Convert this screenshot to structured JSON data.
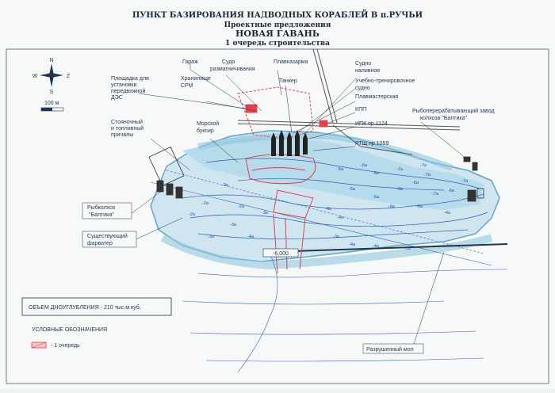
{
  "title": {
    "line1": "ПУНКТ БАЗИРОВАНИЯ НАДВОДНЫХ КОРАБЛЕЙ В п.РУЧЬИ",
    "line2": "Проектные предложения",
    "line3": "НОВАЯ ГАВАНЬ",
    "line4": "1 очередь строительства"
  },
  "compass": {
    "n": "N",
    "s": "S",
    "w": "W",
    "z": "Z"
  },
  "scale": {
    "label": "100 м"
  },
  "labels": {
    "garage": "Гараж",
    "demag_vessel_1": "Судо",
    "demag_vessel_2": "размагничивания",
    "floating_barracks": "Плавказарма",
    "tanker": "Танкер",
    "bunker_vessel_1": "Судно",
    "bunker_vessel_2": "наливное",
    "training_vessel_1": "Учебно-тренировочное",
    "training_vessel_2": "судно",
    "floating_workshop": "Плавмастерская",
    "kpp": "КПП",
    "ipk": "ИПК пр.1124",
    "rtsh": "РТЩ пр.1259",
    "platform_1": "Площадка для",
    "platform_2": "установки",
    "platform_3": "передвижной",
    "platform_4": "ДЭС",
    "storage_1": "Хранилище",
    "storage_2": "СРМ",
    "mooring_1": "Стояночный",
    "mooring_2": "и топливный",
    "mooring_3": "причалы",
    "sea_tug_1": "Морской",
    "sea_tug_2": "буксир",
    "fish_plant_1": "Рыбоперерабатывающий завод",
    "fish_plant_2": "колхоза \"Балтика\"",
    "kolkhoz_1": "Рыбколхоз",
    "kolkhoz_2": "\"Балтика\"",
    "fairway_1": "Существующий",
    "fairway_2": "фарватер",
    "ruined_pier": "Разрушенный мол",
    "depth_mark": "-6,000"
  },
  "dredging_box": {
    "text": "ОБЪЕМ ДНОУГЛУБЛЕНИЯ - 210 тыс.м куб."
  },
  "legend": {
    "heading": "УСЛОВНЫЕ ОБОЗНАЧЕНИЯ",
    "item": "- 1 очередь"
  },
  "depths": [
    {
      "v": "-2a"
    },
    {
      "v": "-2a"
    },
    {
      "v": "-3a"
    },
    {
      "v": "-3a"
    },
    {
      "v": "-4a"
    },
    {
      "v": "-2a"
    },
    {
      "v": "-3a"
    },
    {
      "v": "-4a"
    },
    {
      "v": "-4a"
    },
    {
      "v": "-5a"
    },
    {
      "v": "-6a"
    },
    {
      "v": "-6a"
    },
    {
      "v": "-7a"
    },
    {
      "v": "-7a"
    },
    {
      "v": "-6a"
    },
    {
      "v": "-5a"
    },
    {
      "v": "-6a"
    },
    {
      "v": "-7a"
    },
    {
      "v": "-6a"
    },
    {
      "v": "-5a"
    },
    {
      "v": "-4a"
    },
    {
      "v": "-4a"
    },
    {
      "v": "-3a"
    },
    {
      "v": "-5a"
    },
    {
      "v": "-6a"
    },
    {
      "v": "-5a"
    },
    {
      "v": "-4a"
    },
    {
      "v": "-3a"
    },
    {
      "v": "-7a"
    },
    {
      "v": "-7a"
    }
  ],
  "colors": {
    "water": "#a9d3e6",
    "water_light": "#cfe6f0",
    "contour": "#2a62b8",
    "project_red": "#e2404a",
    "ink": "#1f3550"
  }
}
